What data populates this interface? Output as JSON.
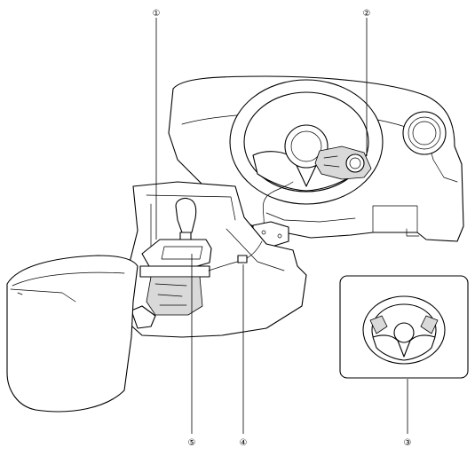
{
  "callouts": [
    {
      "id": "c1",
      "label": "①"
    },
    {
      "id": "c2",
      "label": "②"
    },
    {
      "id": "c3",
      "label": "③"
    },
    {
      "id": "c4",
      "label": "④"
    },
    {
      "id": "c5",
      "label": "⑤"
    }
  ]
}
